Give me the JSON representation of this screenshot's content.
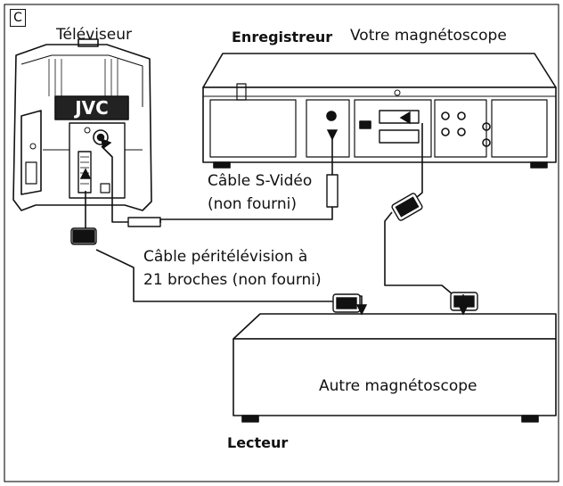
{
  "panel_letter": "C",
  "labels": {
    "tv": "Téléviseur",
    "tv_brand": "JVC",
    "recorder_role": "Enregistreur",
    "recorder_name": "Votre magnétoscope",
    "svideo_line1": "Câble S-Vidéo",
    "svideo_line2": "(non fourni)",
    "scart_line1": "Câble péritélévision à",
    "scart_line2": "21 broches (non fourni)",
    "other_vcr": "Autre magnétoscope",
    "player_role": "Lecteur"
  }
}
